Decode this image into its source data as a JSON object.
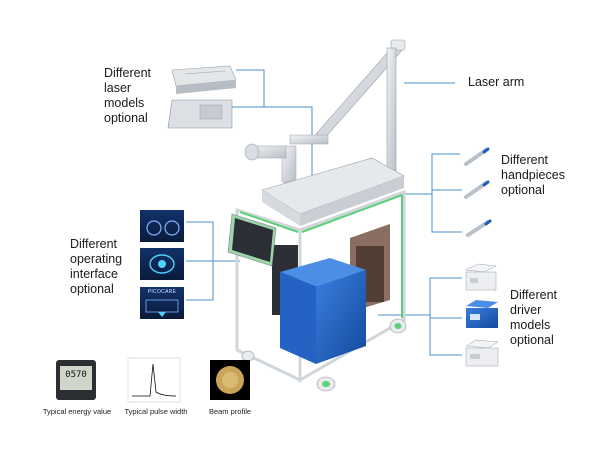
{
  "labels": {
    "laser_models": [
      "Different",
      "laser",
      "models",
      "optional"
    ],
    "laser_arm": "Laser arm",
    "handpieces": [
      "Different",
      "handpieces",
      "optional"
    ],
    "operating_interface": [
      "Different",
      "operating",
      "interface",
      "optional"
    ],
    "driver_models": [
      "Different",
      "driver",
      "models",
      "optional"
    ]
  },
  "captions": {
    "energy": "Typical energy value",
    "pulse": "Typical pulse width",
    "beam": "Beam profile"
  },
  "meter_reading": "0570",
  "screen_brand": "PICOCARE",
  "colors": {
    "callout_line": "#4a8fd0",
    "body_blue": "#1f5fbf",
    "frame_green": "#5ccf7a",
    "frame_gray": "#d9dde2"
  }
}
